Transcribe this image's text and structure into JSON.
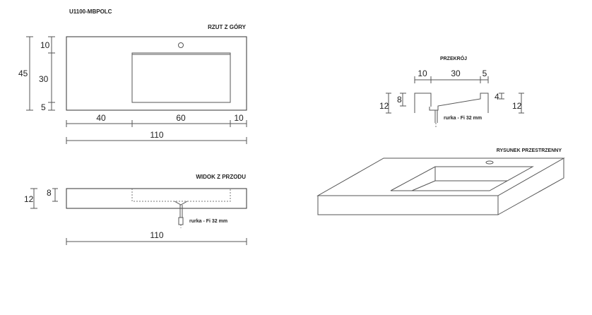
{
  "model_code": "U1100-MBPOLC",
  "top_view": {
    "title": "RZUT Z GÓRY",
    "depth_total": "45",
    "depth_parts": [
      "10",
      "30",
      "5"
    ],
    "width_parts": [
      "40",
      "60",
      "10"
    ],
    "width_total": "110"
  },
  "front_view": {
    "title": "WIDOK Z PRZODU",
    "height_total": "12",
    "basin_depth": "8",
    "pipe_label": "rurka - Fi 32 mm",
    "width_total": "110"
  },
  "section": {
    "title": "PRZEKRÓJ",
    "width_parts": [
      "10",
      "30",
      "5"
    ],
    "height_left": "12",
    "depth_left": "8",
    "depth_right": "4",
    "height_right": "12",
    "pipe_label": "rurka - Fi 32 mm"
  },
  "iso_view": {
    "title": "RYSUNEK PRZESTRZENNY"
  }
}
